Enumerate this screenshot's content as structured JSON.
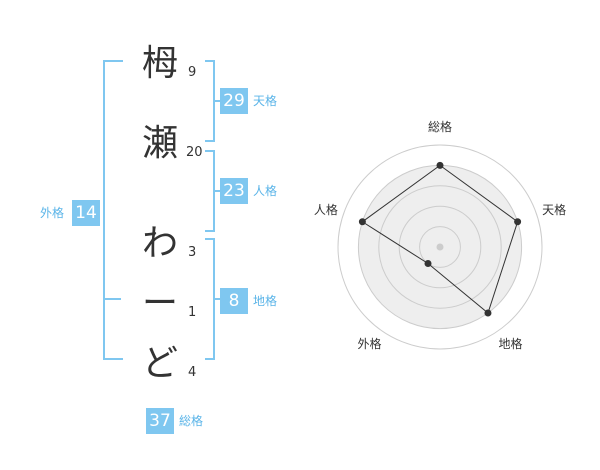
{
  "name": {
    "chars": [
      {
        "char": "栂",
        "strokes": "9"
      },
      {
        "char": "瀬",
        "strokes": "20"
      },
      {
        "char": "わ",
        "strokes": "3"
      },
      {
        "char": "ー",
        "strokes": "1"
      },
      {
        "char": "ど",
        "strokes": "4"
      }
    ]
  },
  "fortune": {
    "tenkaku": {
      "value": "29",
      "label": "天格"
    },
    "jinkaku": {
      "value": "23",
      "label": "人格"
    },
    "chikaku": {
      "value": "8",
      "label": "地格"
    },
    "gaikaku": {
      "value": "14",
      "label": "外格"
    },
    "soukaku": {
      "value": "37",
      "label": "総格"
    }
  },
  "chart_data": {
    "type": "radar",
    "axes": [
      "総格",
      "天格",
      "地格",
      "外格",
      "人格"
    ],
    "values": [
      4,
      4,
      4,
      1,
      4
    ],
    "max": 5,
    "grid_rings": 5,
    "colors": {
      "fill": "#eeeeee",
      "grid": "#cccccc",
      "line": "#333333",
      "center": "#cccccc"
    }
  }
}
